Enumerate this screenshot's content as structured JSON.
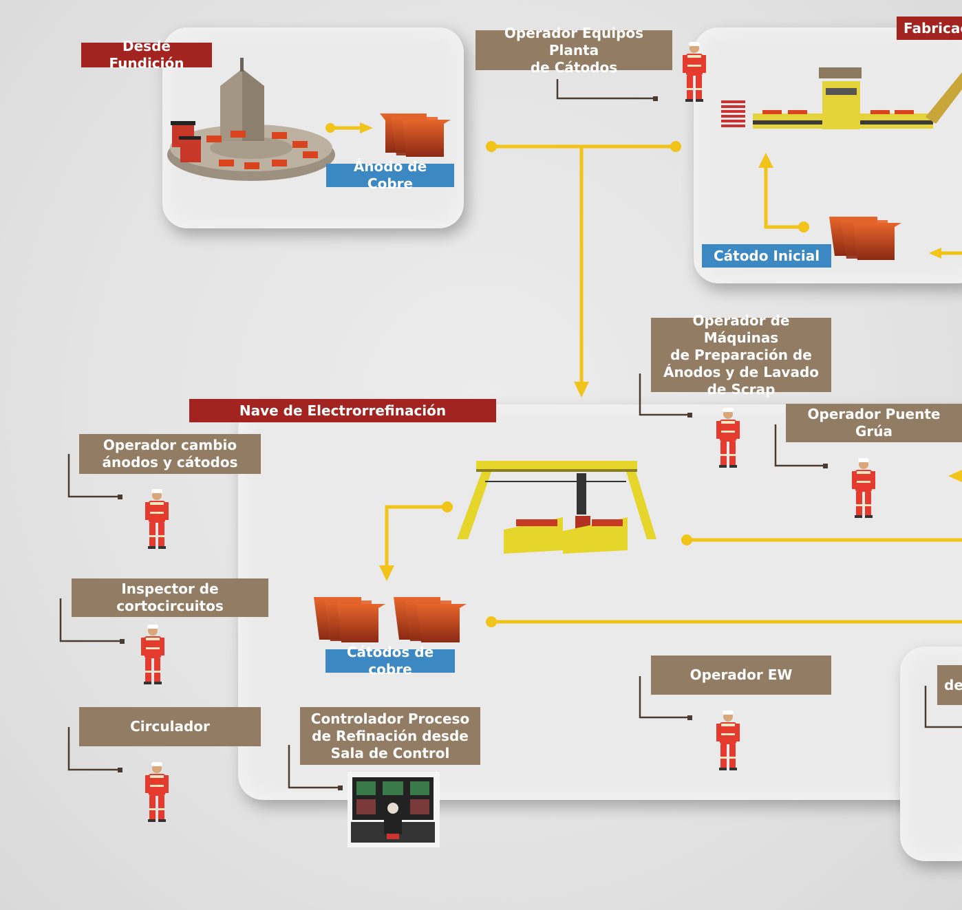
{
  "labels": {
    "desde_fundicion": "Desde Fundición",
    "anodo_cobre": "Ánodo de Cobre",
    "operador_equipos_planta": "Operador Equipos Planta\nde Cátodos",
    "fabricacion_partial": "Fabricac",
    "catodo_inicial": "Cátodo Inicial",
    "operador_maquinas": "Operador de Máquinas\nde Preparación de\nÁnodos y de Lavado\nde Scrap",
    "nave_electrorrefinacion": "Nave de Electrorrefinación",
    "operador_puente_grua": "Operador Puente Grúa",
    "operador_cambio": "Operador cambio\nánodos y cátodos",
    "inspector_cortocircuitos": "Inspector de cortocircuitos",
    "catodos_cobre": "Cátodos de cobre",
    "operador_ew": "Operador EW",
    "circulador": "Circulador",
    "controlador_proceso": "Controlador Proceso\nde Refinación desde\nSala de Control",
    "des_partial": "des"
  },
  "colors": {
    "red_label": "#a2231f",
    "brown_label": "#937c64",
    "blue_label": "#3b88c3",
    "flow_line": "#f2c318",
    "copper": "#c9461f",
    "worker": "#e53a2e"
  },
  "icons": [
    "furnace-icon",
    "copper-anode-icon",
    "worker-icon",
    "cathode-plant-icon",
    "crane-icon",
    "control-room-icon"
  ]
}
